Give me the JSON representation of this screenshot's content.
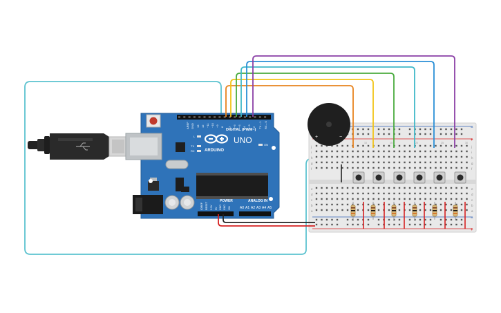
{
  "board": {
    "brand": "ARDUINO",
    "model": "UNO",
    "digital_label": "DIGITAL (PWM~)",
    "power_label": "POWER",
    "analog_label": "ANALOG IN",
    "aref": "AREF",
    "gnd": "GND",
    "d13": "13",
    "d12": "12",
    "d11": "~11",
    "d10": "~10",
    "d9": "~9",
    "d8": "8",
    "d7": "7",
    "d6": "~6",
    "d5": "~5",
    "d4": "4",
    "d3": "~3",
    "d2": "2",
    "tx1": "TX→1",
    "rx0": "RX←0",
    "led_l": "L",
    "led_tx": "TX",
    "led_rx": "RX",
    "led_on": "ON",
    "ioref": "IOREF",
    "reset": "RESET",
    "v33": "3.3V",
    "v5": "5V",
    "gnd1": "GND",
    "gnd2": "GND",
    "vin": "VIN",
    "a0": "A0",
    "a1": "A1",
    "a2": "A2",
    "a3": "A3",
    "a4": "A4",
    "a5": "A5"
  },
  "breadboard": {
    "rows_top": [
      "j",
      "i",
      "h",
      "g",
      "f"
    ],
    "rows_bottom": [
      "e",
      "d",
      "c",
      "b",
      "a"
    ],
    "plus": "+",
    "minus": "−",
    "col_numbers": [
      "1",
      "5",
      "10",
      "15",
      "20",
      "25",
      "30"
    ]
  },
  "buzzer": {
    "plus": "+",
    "minus": "−"
  },
  "colors": {
    "wire_usb": "#5bc2cf",
    "wire_orange": "#e8821c",
    "wire_yellow": "#f2c418",
    "wire_green": "#49ab3d",
    "wire_teal": "#3fb8c8",
    "wire_blue": "#2a8fd6",
    "wire_purple": "#8a3fa6",
    "wire_red": "#d62020",
    "wire_black": "#222222",
    "board": "#2f73b9"
  }
}
